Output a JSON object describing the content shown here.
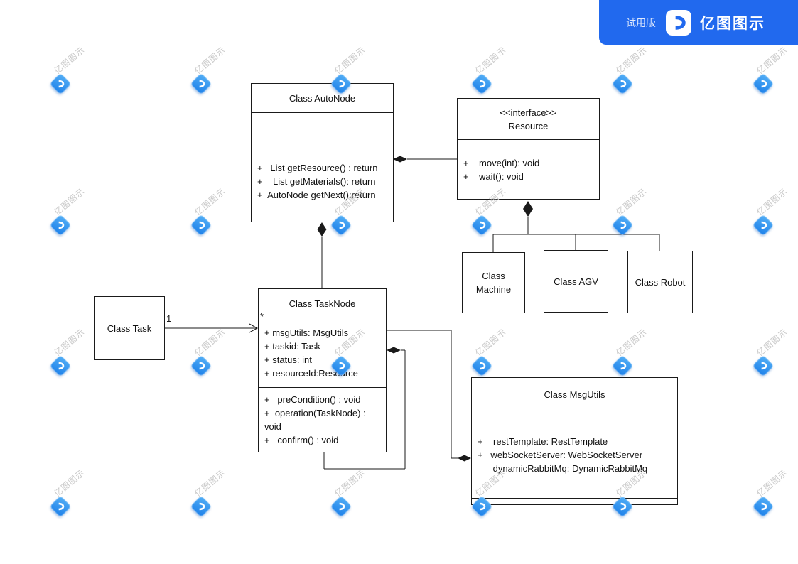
{
  "banner": {
    "trial_label": "试用版",
    "brand_name": "亿图图示",
    "bg_color": "#2169EE"
  },
  "watermark": {
    "text": "亿图图示",
    "icon_color_top": "#55B0F6",
    "icon_color_bottom": "#1B7FE9",
    "text_color": "#C9C9C9"
  },
  "diagram": {
    "type": "uml-class-diagram",
    "classes": {
      "autonode": {
        "title": "Class AutoNode",
        "attributes": [],
        "methods": [
          "+   List getResource() : return",
          "+    List getMaterials(): return",
          "+  AutoNode getNext():return"
        ]
      },
      "resource": {
        "stereotype": "<<interface>>",
        "title": "Resource",
        "methods": [
          "+    move(int): void",
          "+    wait(): void"
        ]
      },
      "machine": {
        "title": "Class Machine"
      },
      "agv": {
        "title": "Class AGV"
      },
      "robot": {
        "title": "Class Robot"
      },
      "task": {
        "title": "Class Task"
      },
      "tasknode": {
        "title": "Class TaskNode",
        "attributes": [
          "+ msgUtils: MsgUtils",
          "+ taskid: Task",
          "+ status: int",
          "+ resourceId:Resource"
        ],
        "methods": [
          "+   preCondition() : void",
          "+  operation(TaskNode) :\nvoid",
          "+   confirm() : void"
        ]
      },
      "msgutils": {
        "title": "Class MsgUtils",
        "attributes": [
          "+    restTemplate: RestTemplate",
          "+   webSocketServer: WebSocketServer",
          "      dynamicRabbitMq: DynamicRabbitMq"
        ]
      }
    },
    "multiplicity": {
      "task_end": "1",
      "tasknode_end": "*"
    }
  }
}
